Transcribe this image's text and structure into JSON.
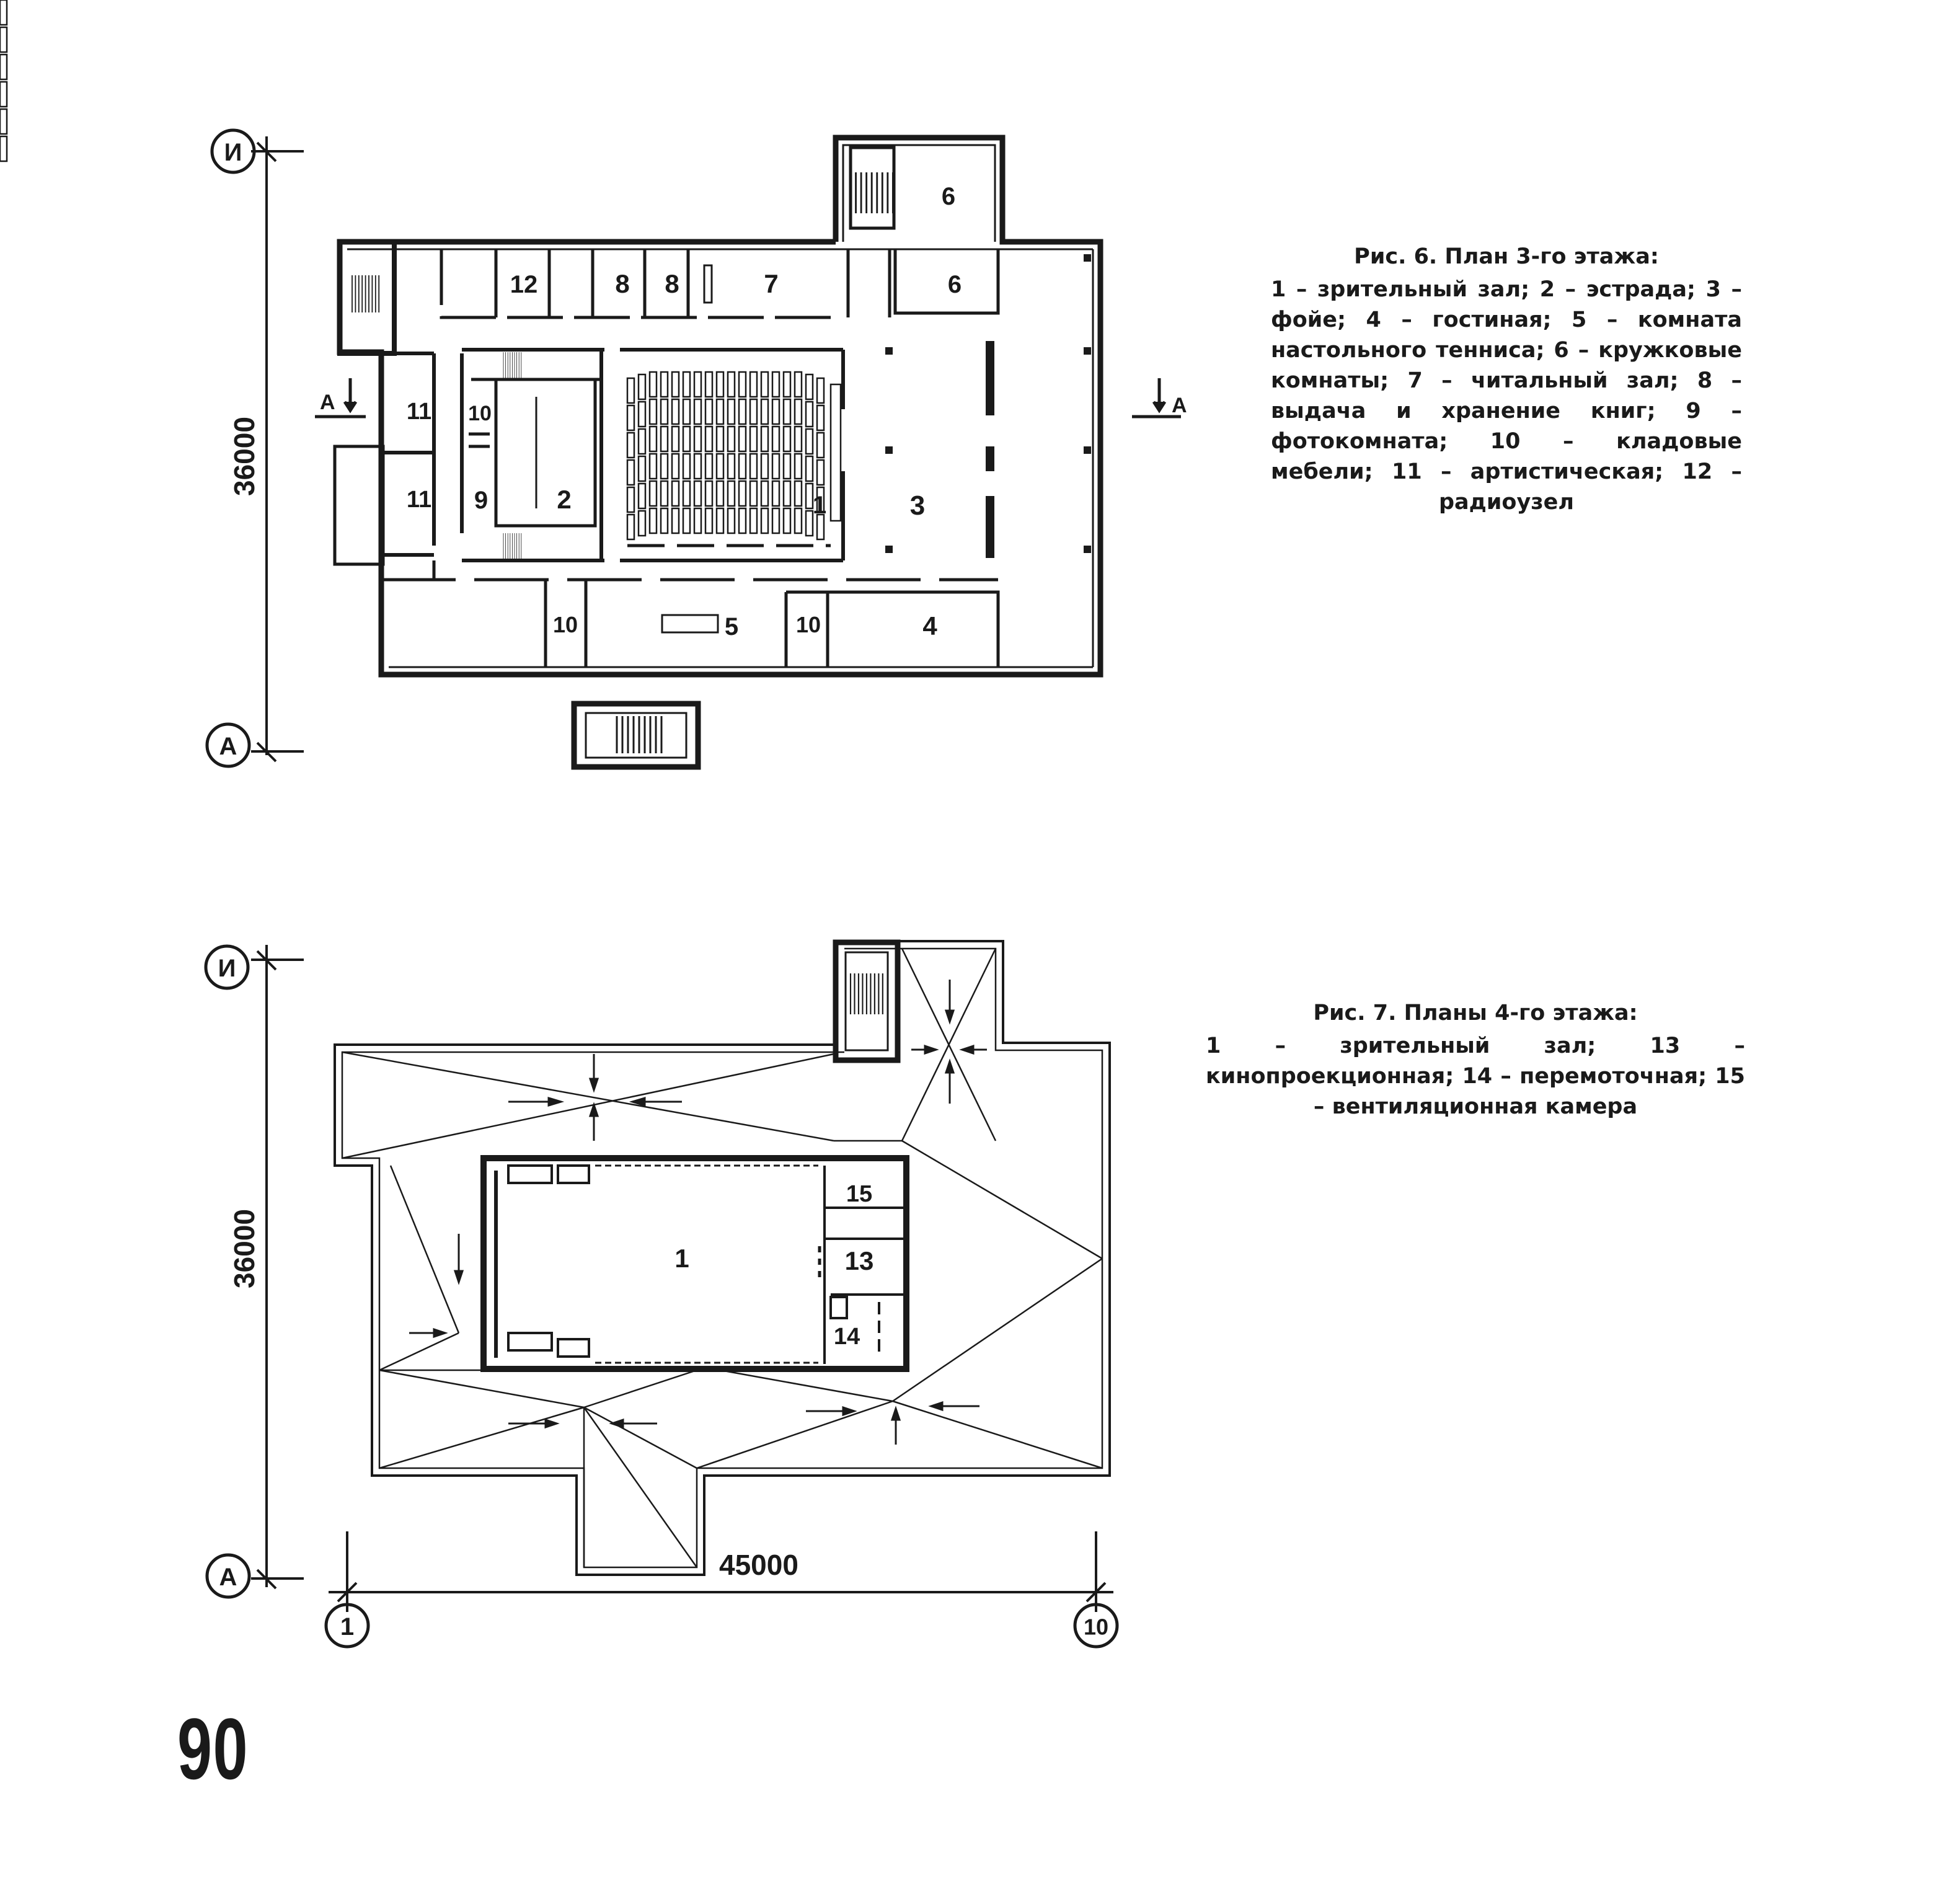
{
  "figure6": {
    "caption_title": "Рис. 6. План 3-го этажа:",
    "caption_body": "1 – зрительный зал; 2 – эстрада; 3 – фойе; 4 – гостиная; 5 – комната настольного тенниса; 6 – кружковые комнаты; 7 – читальный зал; 8 – выдача и хранение книг; 9 – фотокомната; 10 – кладовые мебели; 11 – артистическая; 12 – радиоузел",
    "room_numbers": [
      "1",
      "2",
      "3",
      "4",
      "5",
      "6",
      "6",
      "7",
      "8",
      "8",
      "9",
      "10",
      "10",
      "10",
      "11",
      "11",
      "12"
    ],
    "axis_top": "И",
    "axis_bottom": "А",
    "dimension": "36000",
    "section_mark_left": "А",
    "section_mark_right": "А"
  },
  "figure7": {
    "caption_title": "Рис. 7. Планы 4-го этажа:",
    "caption_body": "1 – зрительный зал; 13 – кинопроекционная; 14 – перемоточная; 15 – вентиляционная камера",
    "room_numbers": [
      "1",
      "13",
      "14",
      "15"
    ],
    "axis_top": "И",
    "axis_bottom": "А",
    "dimension_vertical": "36000",
    "dimension_horizontal": "45000",
    "axis_left": "1",
    "axis_right": "10"
  },
  "page_number": "90"
}
